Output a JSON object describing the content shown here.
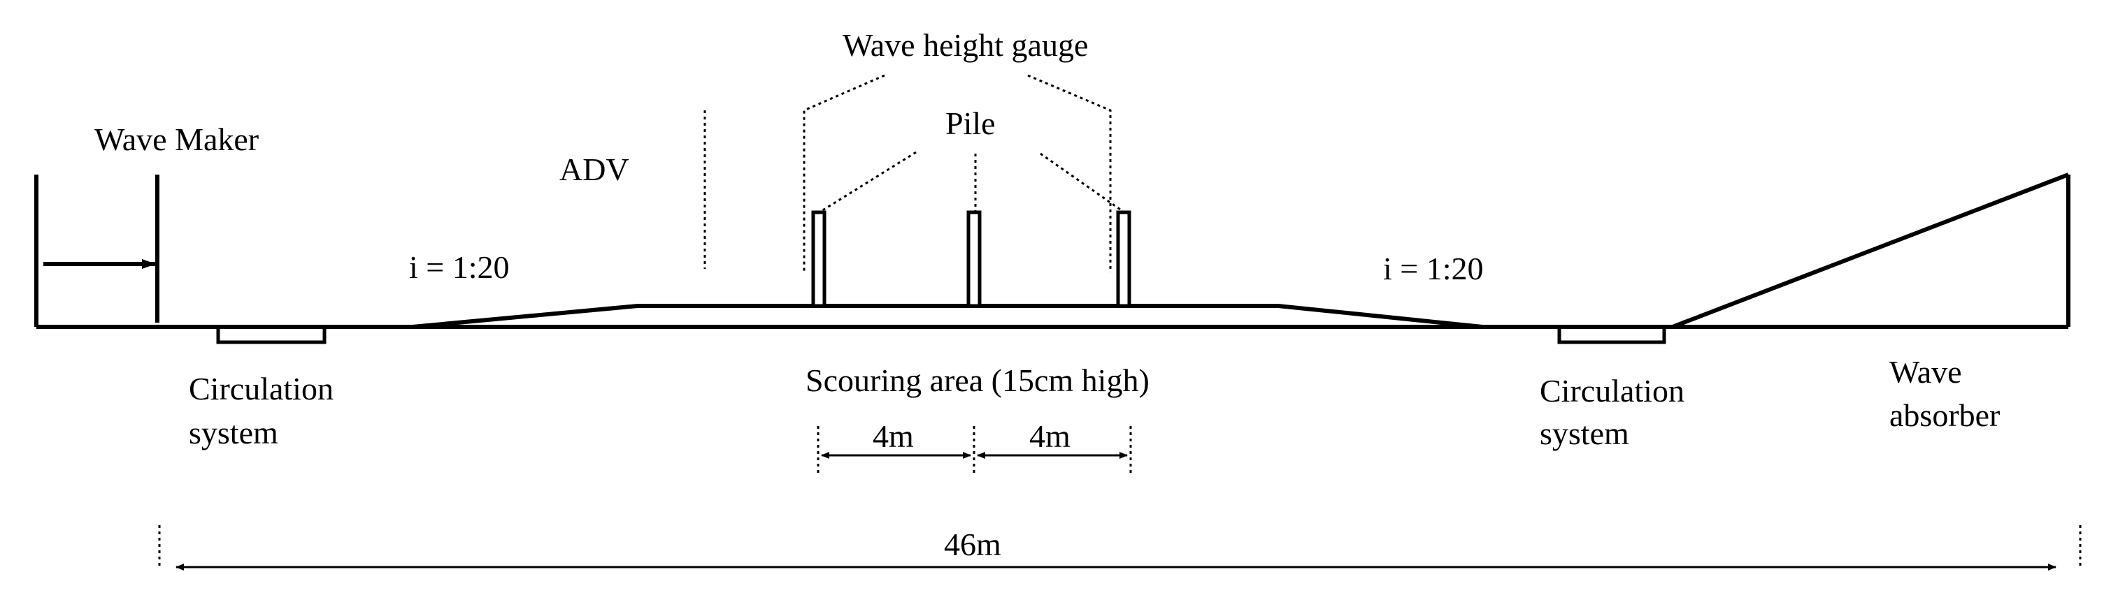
{
  "labels": {
    "wave_maker": "Wave Maker",
    "adv": "ADV",
    "wave_height_gauge": "Wave height gauge",
    "pile": "Pile",
    "slope_left": "i = 1:20",
    "slope_right": "i = 1:20",
    "circulation_left_line1": "Circulation",
    "circulation_left_line2": "system",
    "scouring_area": "Scouring area (15cm high)",
    "circulation_right_line1": "Circulation",
    "circulation_right_line2": "system",
    "wave_absorber_line1": "Wave",
    "wave_absorber_line2": "absorber",
    "dim_4m_left": "4m",
    "dim_4m_right": "4m",
    "dim_46m": "46m"
  }
}
